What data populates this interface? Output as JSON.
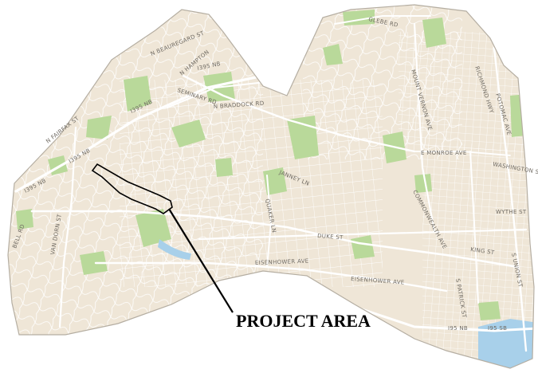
{
  "map": {
    "callout": {
      "label": "PROJECT AREA"
    },
    "colors": {
      "land": "#efe6d7",
      "minor_street": "#ffffff",
      "major_road": "#ffffff",
      "park": "#b9d99a",
      "water": "#a8d0ea",
      "boundary": "#b5aea2",
      "project_outline": "#000000",
      "callout_text": "#000000"
    },
    "street_labels": [
      {
        "id": "glebe-rd",
        "text": "GLEBE RD"
      },
      {
        "id": "n-beauregard-st",
        "text": "N BEAUREGARD ST"
      },
      {
        "id": "n-hampton",
        "text": "N HAMPTON"
      },
      {
        "id": "i395-nb-top",
        "text": "I395 NB"
      },
      {
        "id": "seminary-rd",
        "text": "SEMINARY RD"
      },
      {
        "id": "n-braddock-rd",
        "text": "N BRADDOCK RD"
      },
      {
        "id": "i395-nb-mid",
        "text": "I395 NB"
      },
      {
        "id": "n-fairfax-st",
        "text": "N FAIRFAX ST"
      },
      {
        "id": "i395-nb-left",
        "text": "I395 NB"
      },
      {
        "id": "i395-nb-far-left",
        "text": "I395 NB"
      },
      {
        "id": "mount-vernon-ave",
        "text": "MOUNT VERNON AVE"
      },
      {
        "id": "richmond-hwy",
        "text": "RICHMOND HWY"
      },
      {
        "id": "potomac-ave",
        "text": "POTOMAC AVE"
      },
      {
        "id": "e-monroe-ave",
        "text": "E MONROE AVE"
      },
      {
        "id": "washington-st",
        "text": "WASHINGTON ST"
      },
      {
        "id": "janney-ln",
        "text": "JANNEY LN"
      },
      {
        "id": "quaker-ln",
        "text": "QUAKER LN"
      },
      {
        "id": "commonwealth-ave",
        "text": "COMMONWEALTH AVE"
      },
      {
        "id": "wythe-st",
        "text": "WYTHE ST"
      },
      {
        "id": "duke-st",
        "text": "DUKE ST"
      },
      {
        "id": "king-st",
        "text": "KING ST"
      },
      {
        "id": "van-dorn-st",
        "text": "VAN DORN ST"
      },
      {
        "id": "bell-rd",
        "text": "BELL RD"
      },
      {
        "id": "eisenhower-ave-left",
        "text": "EISENHOWER AVE"
      },
      {
        "id": "eisenhower-ave-right",
        "text": "EISENHOWER AVE"
      },
      {
        "id": "s-patrick-st",
        "text": "S PATRICK ST"
      },
      {
        "id": "s-union-st",
        "text": "S UNION ST"
      },
      {
        "id": "i495-nb",
        "text": "I95 NB"
      },
      {
        "id": "i495-sb",
        "text": "I95 SB"
      }
    ]
  }
}
